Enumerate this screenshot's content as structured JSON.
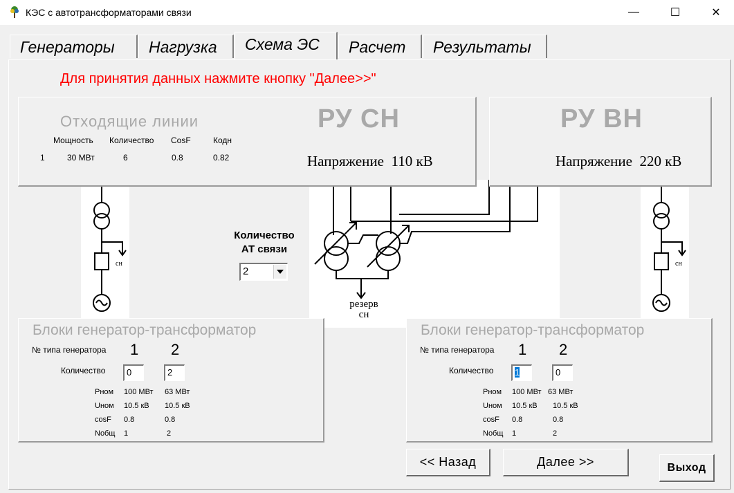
{
  "window": {
    "title": "КЭС с автотрансформаторами связи",
    "minimize": "—",
    "maximize": "☐",
    "close": "✕"
  },
  "tabs": [
    {
      "label": "Генераторы"
    },
    {
      "label": "Нагрузка"
    },
    {
      "label": "Схема ЭС"
    },
    {
      "label": "Расчет"
    },
    {
      "label": "Результаты"
    }
  ],
  "hint": "Для принятия данных нажмите кнопку \"Далее>>\"",
  "lines_panel": {
    "title": "Отходящие линии",
    "headers": [
      "Мощность",
      "Количество",
      "CosF",
      "Кодн"
    ],
    "rows": [
      {
        "n": "1",
        "power": "30 МВт",
        "count": "6",
        "cosf": "0.8",
        "kodn": "0.82"
      }
    ]
  },
  "ru_sn": {
    "title": "РУ СН",
    "voltage_label": "Напряжение",
    "voltage_value": "110 кВ"
  },
  "ru_vn": {
    "title": "РУ ВН",
    "voltage_label": "Напряжение",
    "voltage_value": "220 кВ"
  },
  "at_count": {
    "label_line1": "Количество",
    "label_line2": "АТ связи",
    "value": "2"
  },
  "diagram": {
    "sn_label": "сн",
    "reserve_line1": "резерв",
    "reserve_line2": "сн"
  },
  "blocks_left": {
    "title": "Блоки генератор-трансформатор",
    "gen_type_label": "№ типа генератора",
    "types": [
      "1",
      "2"
    ],
    "count_label": "Количество",
    "counts": [
      "0",
      "2"
    ],
    "params": [
      {
        "name": "Рном",
        "v1": "100 МВт",
        "v2": "63 МВт"
      },
      {
        "name": "Uном",
        "v1": "10.5 кВ",
        "v2": "10.5 кВ"
      },
      {
        "name": "cosF",
        "v1": "0.8",
        "v2": "0.8"
      },
      {
        "name": "Nобщ",
        "v1": "1",
        "v2": "2"
      }
    ]
  },
  "blocks_right": {
    "title": "Блоки генератор-трансформатор",
    "gen_type_label": "№ типа генератора",
    "types": [
      "1",
      "2"
    ],
    "count_label": "Количество",
    "counts": [
      "1",
      "0"
    ],
    "params": [
      {
        "name": "Рном",
        "v1": "100 МВт",
        "v2": "63 МВт"
      },
      {
        "name": "Uном",
        "v1": "10.5 кВ",
        "v2": "10.5 кВ"
      },
      {
        "name": "cosF",
        "v1": "0.8",
        "v2": "0.8"
      },
      {
        "name": "Nобщ",
        "v1": "1",
        "v2": "2"
      }
    ]
  },
  "buttons": {
    "back": "<< Назад",
    "next": "Далее >>",
    "exit": "Выход"
  }
}
